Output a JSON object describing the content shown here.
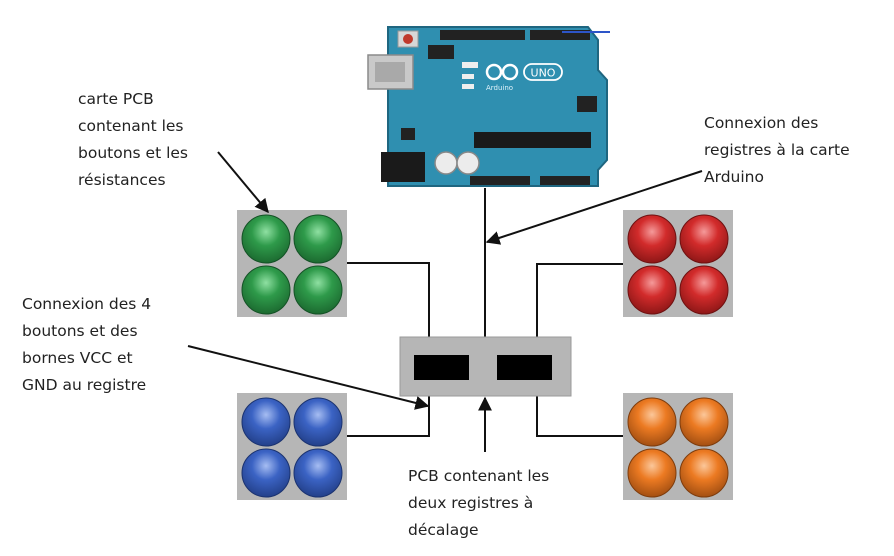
{
  "annotations": {
    "pcb_buttons": [
      "carte PCB",
      "contenant les",
      "boutons et les",
      "résistances"
    ],
    "arduino_connection": [
      "Connexion des",
      "registres à la carte",
      "Arduino"
    ],
    "button_connection": [
      "Connexion des 4",
      "boutons et des",
      "bornes VCC et",
      "GND au registre"
    ],
    "shift_register_pcb": [
      "PCB contenant les",
      "deux registres à",
      "décalage"
    ]
  },
  "arduino": {
    "logo_text": "UNO",
    "brand": "Arduino",
    "color": "#2f8fb0"
  },
  "button_groups": [
    {
      "name": "green",
      "color": "#2e9a4a"
    },
    {
      "name": "red",
      "color": "#d22b2b"
    },
    {
      "name": "blue",
      "color": "#3b63c4"
    },
    {
      "name": "orange",
      "color": "#ec7a22"
    }
  ],
  "colors": {
    "pcb_gray": "#b6b6b6",
    "wire": "#111111",
    "register_chip": "#000000"
  }
}
